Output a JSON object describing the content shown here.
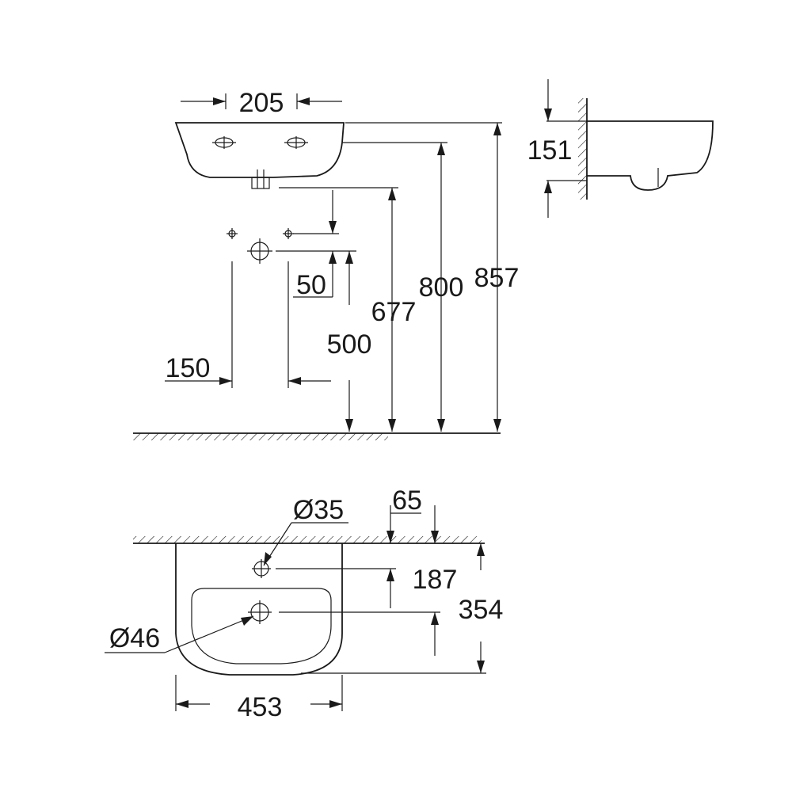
{
  "dimensions": {
    "front_width_205": "205",
    "side_depth_151": "151",
    "height_857": "857",
    "height_800": "800",
    "height_677": "677",
    "height_500": "500",
    "offset_50": "50",
    "spacing_150": "150",
    "diameter_35": "Ø35",
    "offset_65": "65",
    "depth_187": "187",
    "depth_354": "354",
    "diameter_46": "Ø46",
    "width_453": "453"
  }
}
